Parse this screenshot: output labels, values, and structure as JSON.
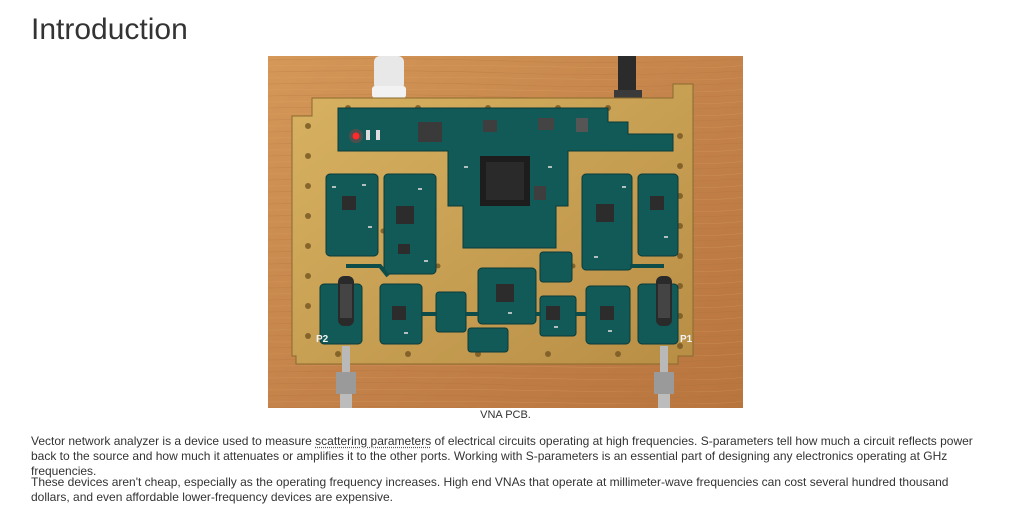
{
  "article": {
    "title": "Introduction",
    "figure": {
      "caption": "VNA PCB.",
      "board_labels": {
        "port2": "P2",
        "port1": "P1"
      }
    },
    "paragraph1": {
      "before_link": "Vector network analyzer is a device used to measure ",
      "link_text": "scattering parameters",
      "after_link": " of electrical circuits operating at high frequencies. S-parameters tell how much a circuit reflects power back to the source and how much it attenuates or amplifies it to the other ports. Working with S-parameters is an essential part of designing any electronics operating at GHz frequencies."
    },
    "paragraph2": "These devices aren't cheap, especially as the operating frequency increases. High end VNAs that operate at millimeter-wave frequencies can cost several hundred thousand dollars, and even affordable lower-frequency devices are expensive."
  },
  "colors": {
    "text": "#333333",
    "wood": "#c98a4a",
    "gold": "#c9a24f",
    "solder_mask": "#0f5252",
    "led": "#ff2a2a"
  }
}
